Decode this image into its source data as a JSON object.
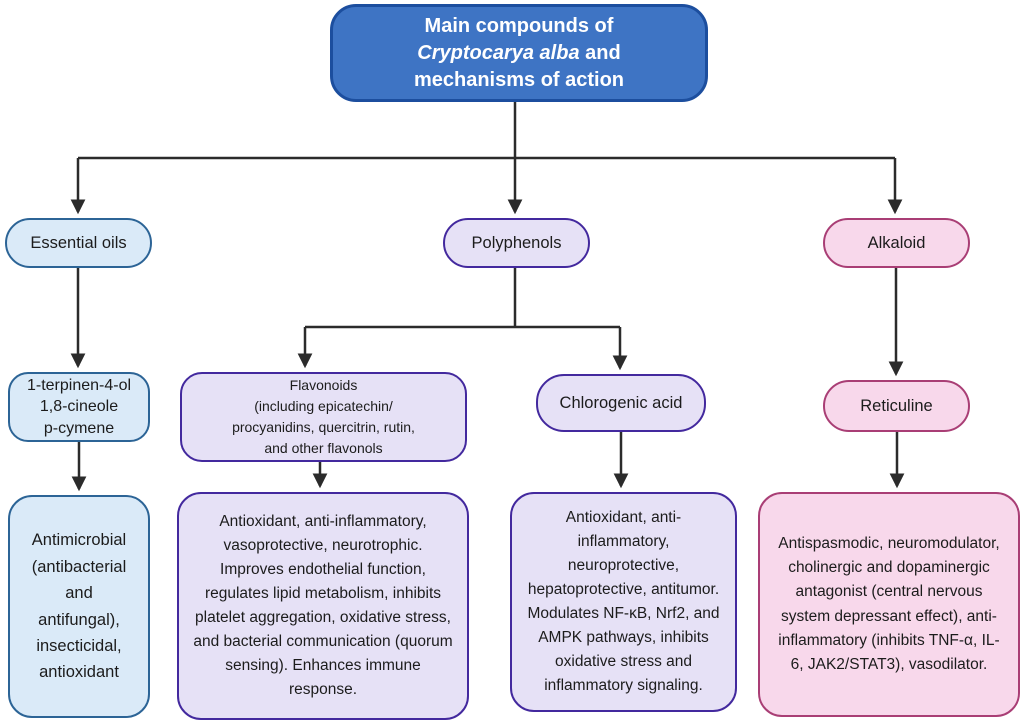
{
  "colors": {
    "blue_fill": "#3e74c4",
    "blue_border": "#1c4e9e",
    "lightblue_fill": "#daeaf8",
    "lightblue_border": "#2c6496",
    "lavender_fill": "#e6e1f6",
    "lavender_border": "#43299e",
    "pink_fill": "#f8d8eb",
    "pink_border": "#a93e75",
    "arrow": "#2b2b2b",
    "text": "#1c1c1c"
  },
  "title": {
    "part1": "Main compounds of",
    "part2_italic": "Cryptocarya alba",
    "part3": "and",
    "part4": "mechanisms of action"
  },
  "nodes": {
    "essential_oils": {
      "label": "Essential oils"
    },
    "polyphenols": {
      "label": "Polyphenols"
    },
    "alkaloid": {
      "label": "Alkaloid"
    },
    "terpinen": {
      "label": "1-terpinen-4-ol\n1,8-cineole\np-cymene"
    },
    "flavonoids": {
      "label": "Flavonoids\n(including epicatechin/\nprocyanidins, quercitrin, rutin,\nand other flavonols"
    },
    "chlorogenic": {
      "label": "Chlorogenic acid"
    },
    "reticuline": {
      "label": "Reticuline"
    },
    "essential_mechanisms": {
      "text": "Antimicrobial\n(antibacterial\nand\nantifungal),\ninsecticidal,\nantioxidant"
    },
    "flavonoid_mechanisms": {
      "text": "Antioxidant, anti-inflammatory, vasoprotective, neurotrophic. Improves endothelial function, regulates lipid metabolism, inhibits platelet aggregation, oxidative stress, and bacterial communication (quorum sensing). Enhances immune response."
    },
    "chlorogenic_mechanisms": {
      "text": "Antioxidant, anti-inflammatory, neuroprotective, hepatoprotective, antitumor. Modulates NF-κB, Nrf2, and AMPK pathways, inhibits oxidative stress and inflammatory signaling."
    },
    "reticuline_mechanisms": {
      "text": "Antispasmodic, neuromodulator, cholinergic and dopaminergic antagonist (central nervous system depressant effect), anti-inflammatory (inhibits TNF-α, IL-6, JAK2/STAT3), vasodilator."
    }
  }
}
